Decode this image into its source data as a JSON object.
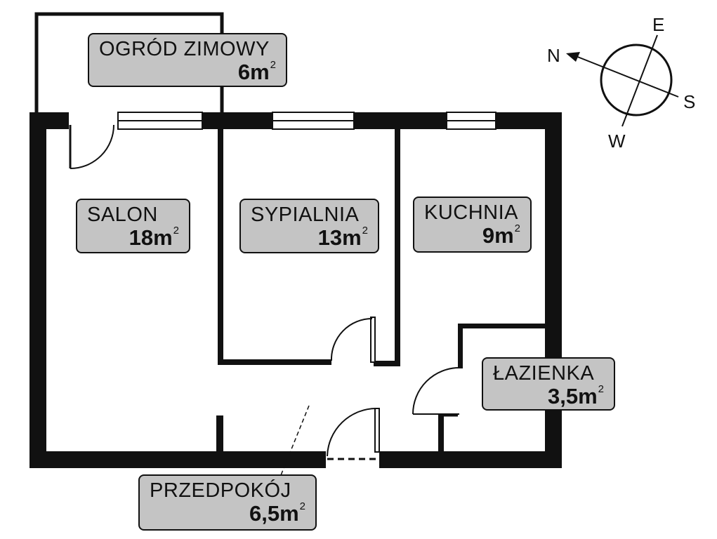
{
  "rooms": {
    "ogrod": {
      "name": "OGRÓD ZIMOWY",
      "area_value": "6m",
      "area_exp": "2"
    },
    "salon": {
      "name": "SALON",
      "area_value": "18m",
      "area_exp": "2"
    },
    "sypialnia": {
      "name": "SYPIALNIA",
      "area_value": "13m",
      "area_exp": "2"
    },
    "kuchnia": {
      "name": "KUCHNIA",
      "area_value": "9m",
      "area_exp": "2"
    },
    "lazienka": {
      "name": "ŁAZIENKA",
      "area_value": "3,5m",
      "area_exp": "2"
    },
    "przedpokoj": {
      "name": "PRZEDPOKÓJ",
      "area_value": "6,5m",
      "area_exp": "2"
    }
  },
  "compass": {
    "north": "N",
    "east": "E",
    "south": "S",
    "west": "W"
  },
  "colors": {
    "wall": "#111111",
    "label_fill": "#c4c4c4",
    "background": "#ffffff"
  }
}
